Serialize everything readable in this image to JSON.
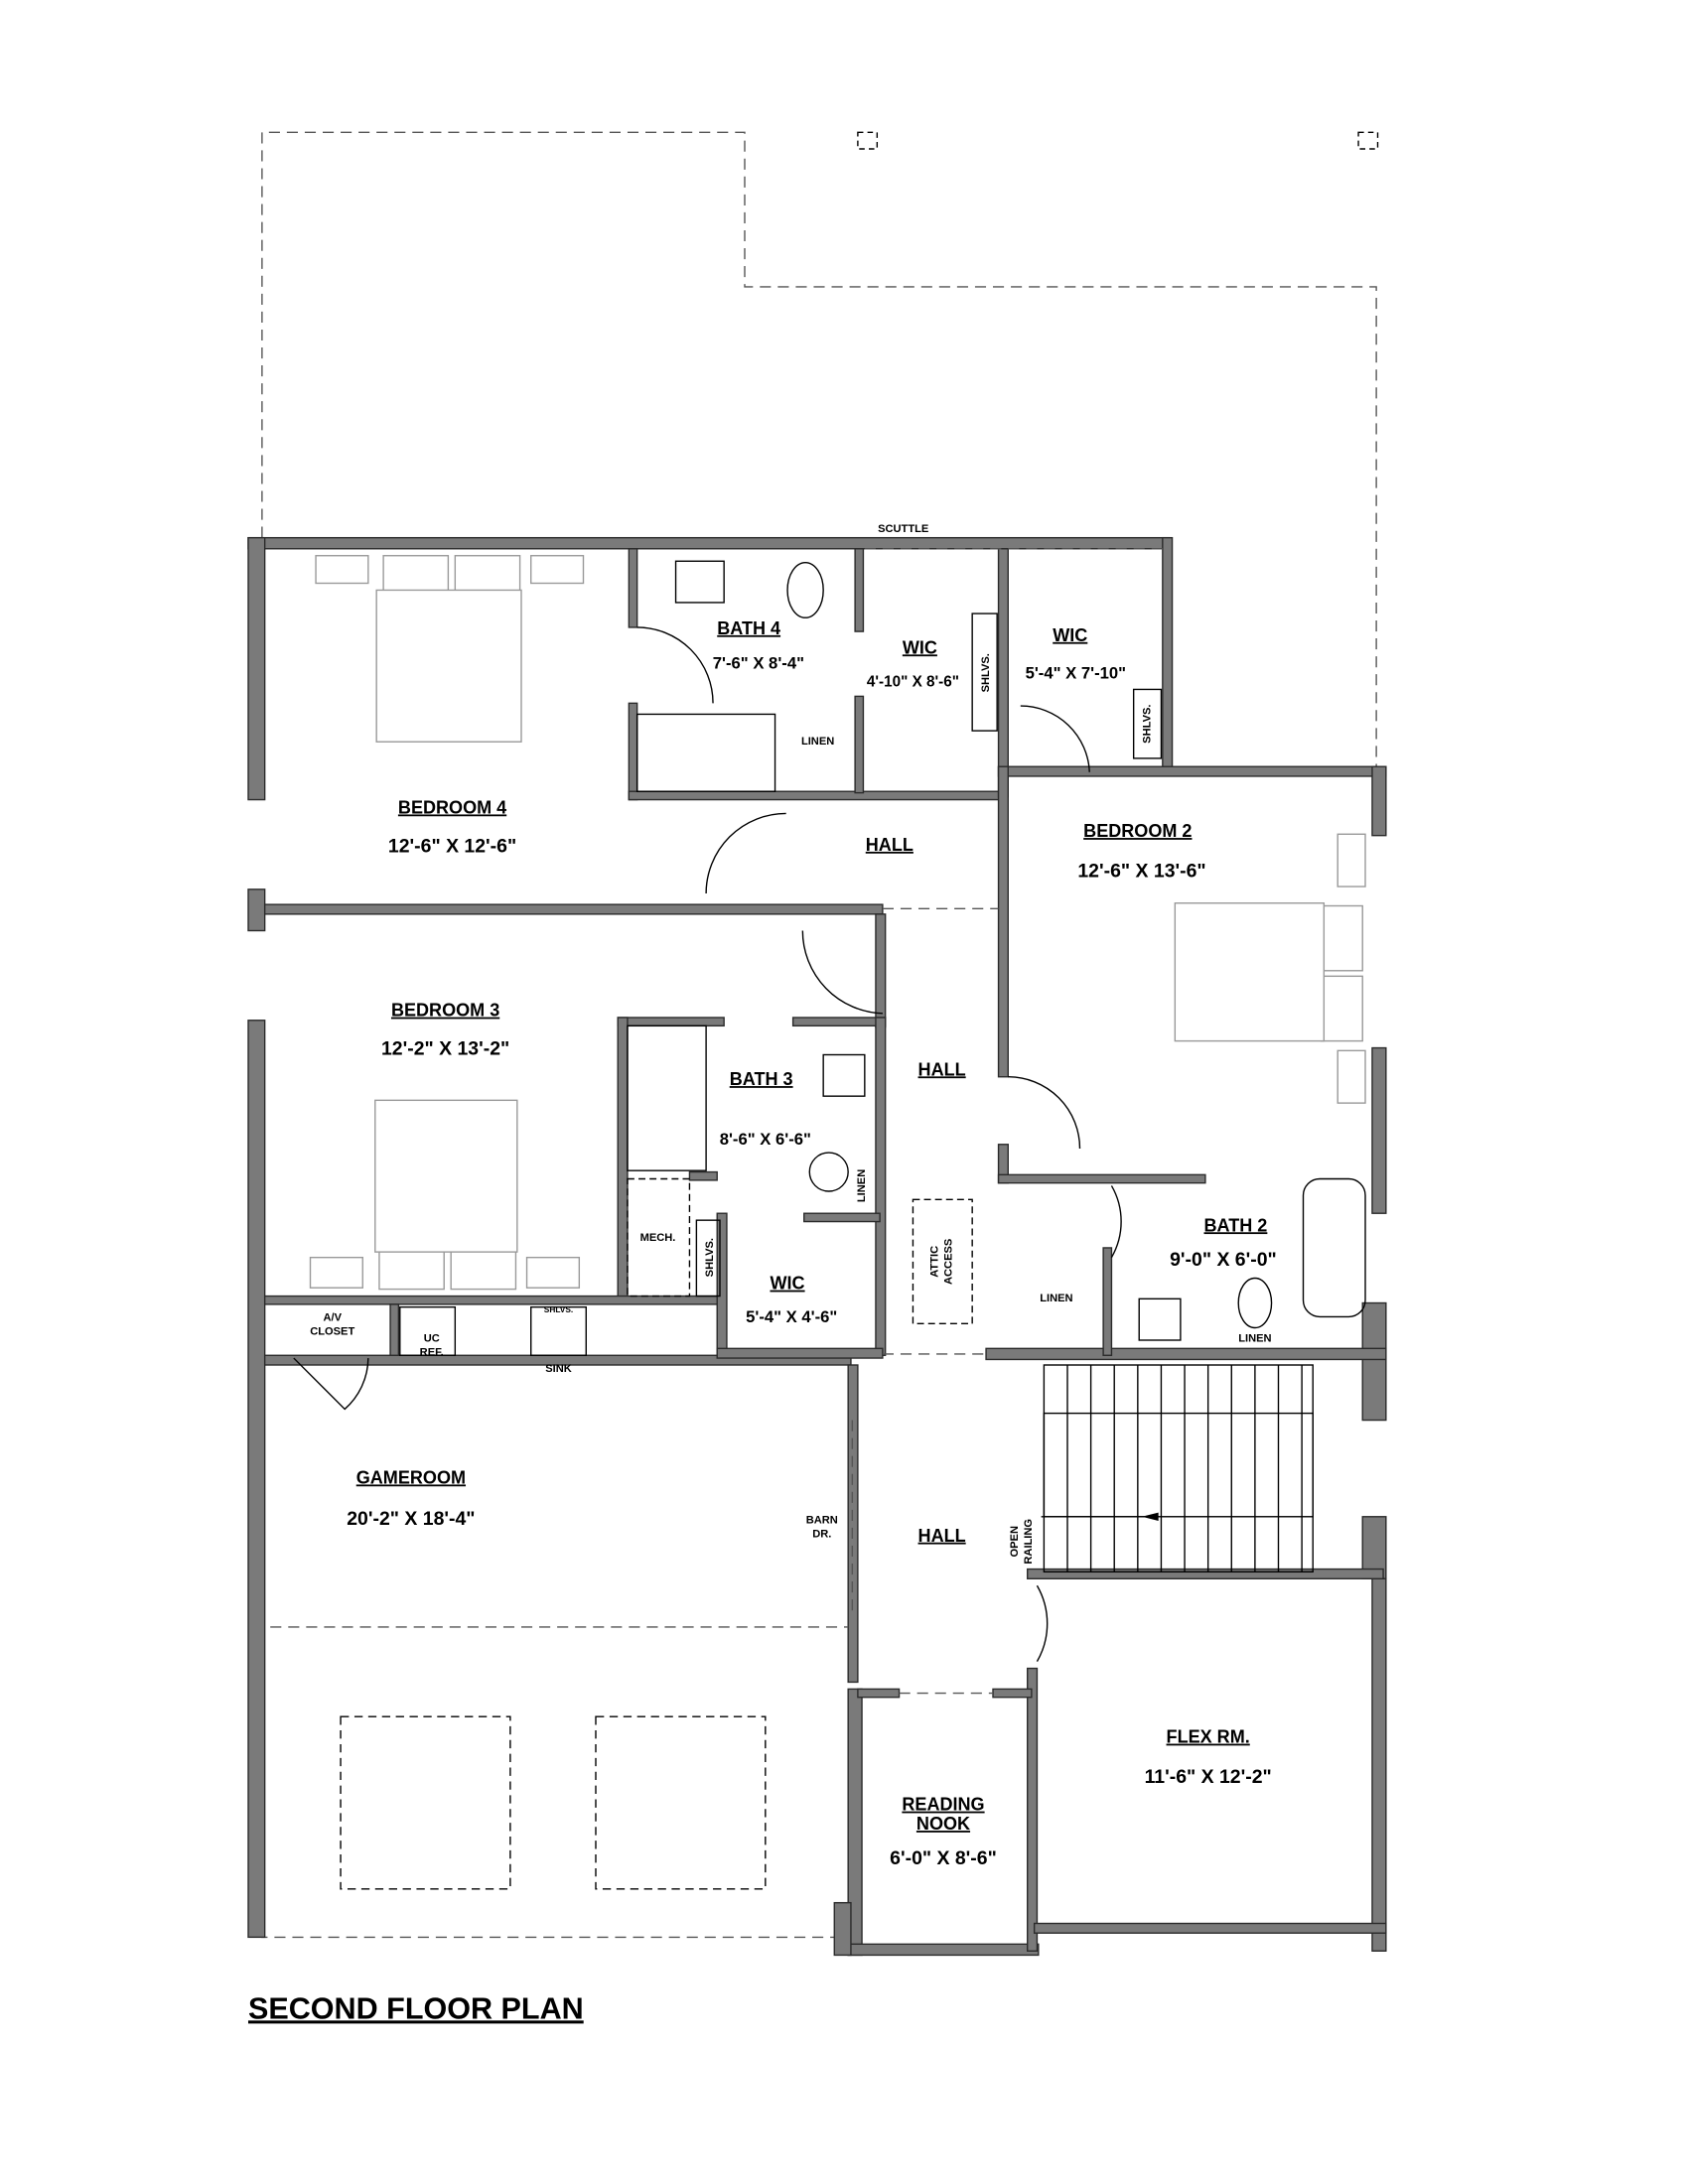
{
  "title": "SECOND FLOOR PLAN",
  "rooms": {
    "bedroom4": {
      "name": "BEDROOM 4",
      "dims": "12'-6\" X 12'-6\""
    },
    "bath4": {
      "name": "BATH 4",
      "dims": "7'-6\" X 8'-4\""
    },
    "wic1": {
      "name": "WIC",
      "dims": "4'-10\" X 8'-6\""
    },
    "wic2": {
      "name": "WIC",
      "dims": "5'-4\" X 7'-10\""
    },
    "hall1": {
      "name": "HALL"
    },
    "bedroom2": {
      "name": "BEDROOM 2",
      "dims": "12'-6\" X 13'-6\""
    },
    "bedroom3": {
      "name": "BEDROOM 3",
      "dims": "12'-2\" X 13'-2\""
    },
    "bath3": {
      "name": "BATH 3",
      "dims": "8'-6\" X 6'-6\""
    },
    "hall2": {
      "name": "HALL"
    },
    "wic3": {
      "name": "WIC",
      "dims": "5'-4\" X 4'-6\""
    },
    "bath2": {
      "name": "BATH 2",
      "dims": "9'-0\" X 6'-0\""
    },
    "gameroom": {
      "name": "GAMEROOM",
      "dims": "20'-2\" X 18'-4\""
    },
    "hall3": {
      "name": "HALL"
    },
    "reading_nook": {
      "name1": "READING",
      "name2": "NOOK",
      "dims": "6'-0\" X 8'-6\""
    },
    "flex": {
      "name": "FLEX RM.",
      "dims": "11'-6\" X 12'-2\""
    }
  },
  "notes": {
    "scuttle": "SCUTTLE",
    "shelves": "SHLVS.",
    "linen": "LINEN",
    "mech": "MECH.",
    "av1": "A/V",
    "av2": "CLOSET",
    "uc1": "UC",
    "uc2": "REF.",
    "sink": "SINK",
    "barn1": "BARN",
    "barn2": "DR.",
    "open": "OPEN",
    "railing": "RAILING",
    "attic": "ATTIC",
    "access": "ACCESS"
  },
  "colors": {
    "wall": "#7a7a7a"
  }
}
